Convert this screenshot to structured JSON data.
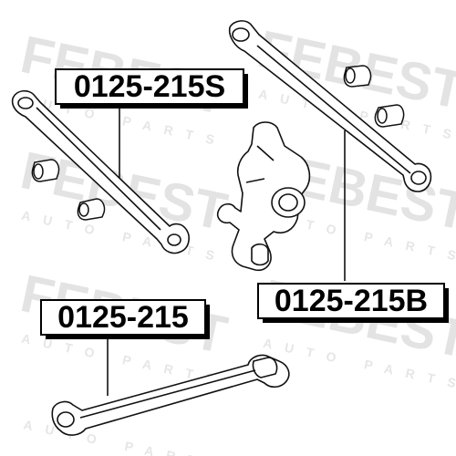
{
  "watermark": {
    "brand": "FEBEST",
    "tagline": "AUTO PARTS",
    "color": "#e3e3e3"
  },
  "labels": {
    "part_s": "0125-215S",
    "part_base": "0125-215",
    "part_b": "0125-215B"
  },
  "colors": {
    "line": "#111111",
    "background": "#ffffff"
  }
}
